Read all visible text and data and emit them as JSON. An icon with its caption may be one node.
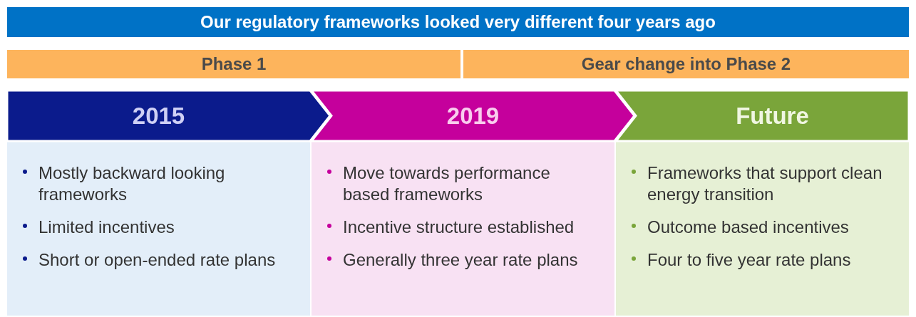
{
  "diagram": {
    "nodes": [
      {
        "text": [
          "Our regulatory frameworks looked very different four years ago"
        ]
      },
      {
        "text": [
          "Phase 1"
        ]
      },
      {
        "text": [
          "Gear change into Phase 2"
        ]
      },
      {
        "text": [
          "2015"
        ]
      },
      {
        "text": [
          "2019"
        ]
      },
      {
        "text": [
          "Future"
        ]
      },
      {
        "text": [
          "Mostly backward looking frameworks",
          "Limited incentives",
          "Short or open-ended rate plans"
        ]
      },
      {
        "text": [
          "Move towards performance based frameworks",
          "Incentive structure established",
          "Generally three year rate plans"
        ]
      },
      {
        "text": [
          "Frameworks that support clean energy transition",
          "Outcome based incentives",
          "Four to five year rate plans"
        ]
      }
    ]
  }
}
